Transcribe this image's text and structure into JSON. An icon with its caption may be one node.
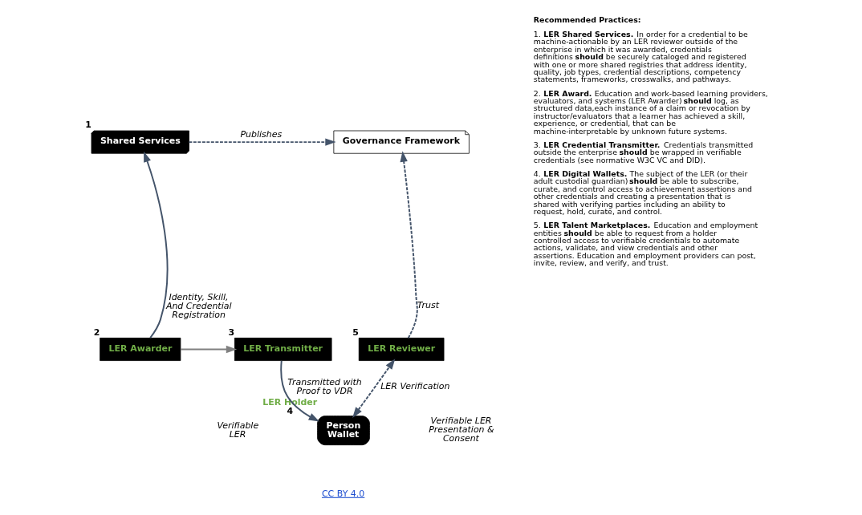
{
  "diagram": {
    "nodes": [
      {
        "text": [
          "Shared Services"
        ],
        "beside": [
          "1"
        ]
      },
      {
        "text": [
          "Governance Framework"
        ]
      },
      {
        "text": [
          "LER Awarder"
        ],
        "beside": [
          "2"
        ]
      },
      {
        "text": [
          "LER Transmitter"
        ],
        "beside": [
          "3"
        ]
      },
      {
        "text": [
          "Person",
          "Wallet"
        ],
        "beside": [
          "LER Holder",
          "4"
        ]
      },
      {
        "text": [
          "LER Reviewer"
        ],
        "beside": [
          "5"
        ]
      }
    ],
    "edges": [
      {
        "from": 2,
        "to": 0,
        "arrow": "to",
        "label": "Identity, Skill, And Credential Registration"
      },
      {
        "from": 0,
        "to": 1,
        "arrow": "to",
        "label": "Publishes",
        "style": "dashed"
      },
      {
        "from": 2,
        "to": 3,
        "arrow": "to",
        "color": "#808080"
      },
      {
        "from": 3,
        "to": 4,
        "arrow": "to",
        "label": "Transmitted with Proof to VDR"
      },
      {
        "from": 5,
        "to": 1,
        "arrow": "to",
        "label": "Trust",
        "style": "dashed"
      },
      {
        "from": 4,
        "to": 5,
        "arrow": "both",
        "label": "LER Verification",
        "style": "dashed"
      }
    ],
    "labels": [
      "Verifiable LER",
      "Verifiable LER Presentation & Consent",
      "Recommended Practices:",
      "1. **LER Shared Services.** In order for a credential to be machine-actionable by an LER reviewer outside of the enterprise in which it was awarded, credentials definitions **should** be securely cataloged and registered with one or more shared registries that address identity, quality, job types, credential descriptions, competency statements, frameworks, crosswalks, and pathways.",
      "2. **LER Award.** Education and work-based learning providers, evaluators, and systems (LER Awarder) **should** log, as structured data,each instance of a claim or revocation by instructor/evaluators that a learner has achieved a skill, experience, or credential, that can be machine-interpretable by unknown future systems.",
      "3. **LER Credential Transmitter.** Credentials transmitted outside the enterprise **should** be wrapped in verifiable credentials (see normative W3C VC and DID).",
      "4. **LER Digital Wallets.** The subject of the LER (or their adult custodial guardian) **should** be able to subscribe, curate, and control access to achievement assertions and other credentials and creating a presentation that is shared with verifying parties including an ability to request, hold, curate, and control.",
      "5. **LER Talent Marketplaces.** Education and employment entities **should** be able to request from a holder controlled access to verifiable credentials to automate actions, validate, and view credentials and other assertions. Education and employment providers can post, invite, review, and verify, and trust.",
      "CC BY 4.0"
    ]
  }
}
